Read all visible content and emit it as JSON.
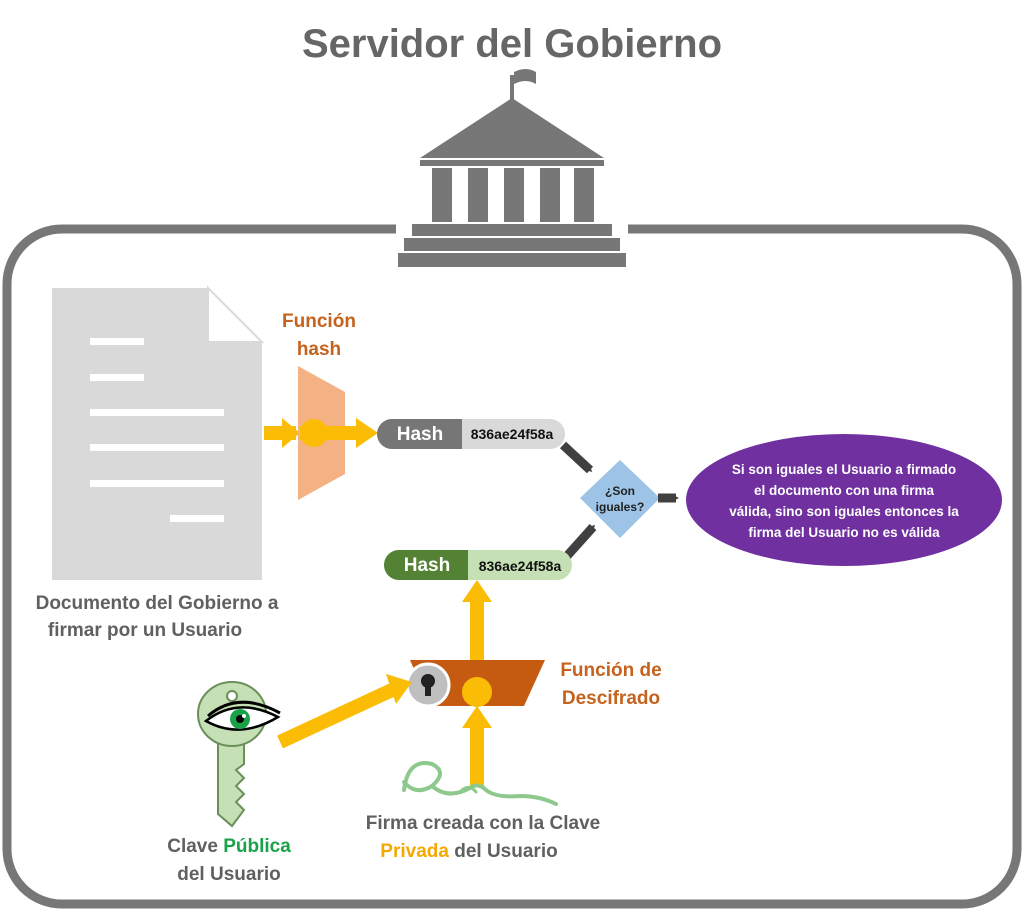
{
  "title": "Servidor del Gobierno",
  "document": {
    "label_line1": "Documento del Gobierno a",
    "label_line2": "firmar por un Usuario"
  },
  "hash_function": {
    "label_line1": "Función",
    "label_line2": "hash"
  },
  "hash_top": {
    "word": "Hash",
    "value": "836ae24f58a"
  },
  "hash_bottom": {
    "word": "Hash",
    "value": "836ae24f58a"
  },
  "comparison": {
    "line1": "¿Son",
    "line2": "iguales?"
  },
  "result": {
    "line1": "Si son iguales el Usuario a firmado",
    "line2": "el documento con una firma",
    "line3": "válida, sino son iguales entonces la",
    "line4": "firma del Usuario no es válida"
  },
  "decrypt_function": {
    "label_line1": "Función de",
    "label_line2": "Descifrado"
  },
  "public_key": {
    "line1_prefix": "Clave ",
    "line1_highlight": "Pública",
    "line2": "del Usuario"
  },
  "signature": {
    "line1": "Firma creada con la Clave",
    "line2_highlight": "Privada",
    "line2_suffix": " del Usuario"
  },
  "colors": {
    "frame": "#777777",
    "arrow": "#fbbc05",
    "hash_gray": "#767676",
    "hash_gray_light": "#d9d9d9",
    "hash_green": "#548235",
    "hash_green_light": "#c5e0b4",
    "diamond": "#9dc3e6",
    "result": "#7030a0",
    "hash_function": "#f4b183",
    "decrypt_function": "#c55a11",
    "key": "#c5e0b4"
  },
  "icons": [
    "government-building-icon",
    "document-icon",
    "key-eye-icon",
    "lock-icon",
    "signature-icon"
  ]
}
